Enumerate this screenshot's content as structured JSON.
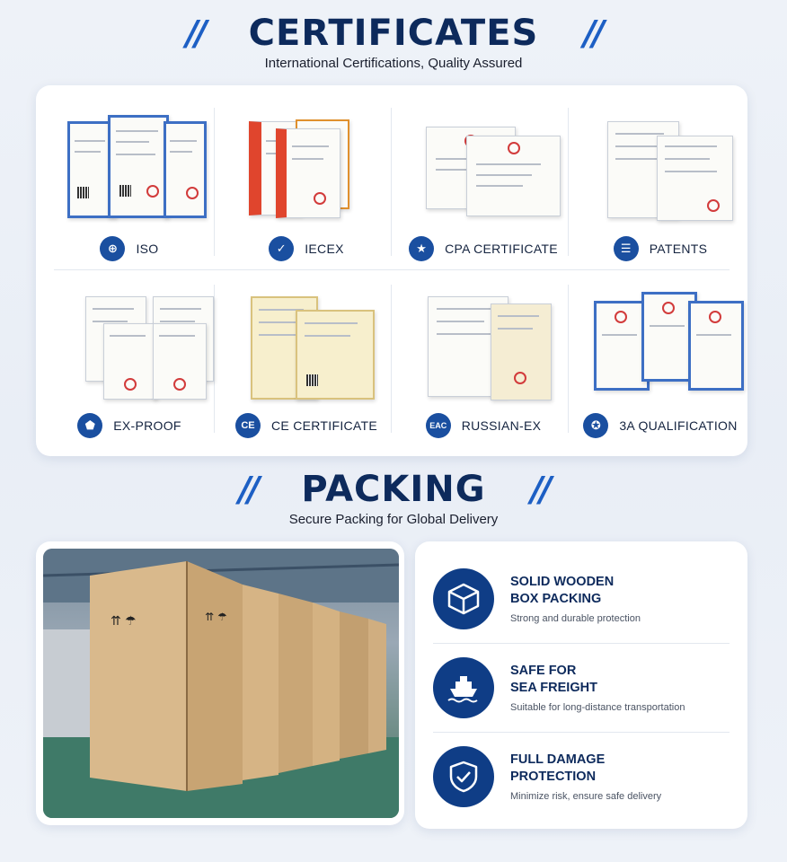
{
  "certificates": {
    "title": "CERTIFICATES",
    "slashes": "//",
    "subtitle": "International Certifications, Quality Assured",
    "items": [
      {
        "label": "ISO",
        "icon": "globe-icon"
      },
      {
        "label": "IECEX",
        "icon": "shield-check-icon"
      },
      {
        "label": "CPA CERTIFICATE",
        "icon": "star-badge-icon"
      },
      {
        "label": "PATENTS",
        "icon": "document-icon"
      },
      {
        "label": "EX-PROOF",
        "icon": "shield-icon"
      },
      {
        "label": "CE CERTIFICATE",
        "icon": "ce-mark-icon"
      },
      {
        "label": "RUSSIAN-EX",
        "icon": "eac-mark-icon"
      },
      {
        "label": "3A QUALIFICATION",
        "icon": "award-icon"
      }
    ],
    "icon_glyphs": [
      "⊕",
      "✓",
      "★",
      "☰",
      "⬟",
      "CE",
      "EAC",
      "✪"
    ]
  },
  "packing": {
    "title": "PACKING",
    "slashes": "//",
    "subtitle": "Secure Packing for Global Delivery",
    "features": [
      {
        "title": "SOLID WOODEN BOX PACKING",
        "title_line1": "SOLID WOODEN",
        "title_line2": "BOX PACKING",
        "desc": "Strong and durable protection",
        "icon": "box-icon"
      },
      {
        "title": "SAFE FOR SEA FREIGHT",
        "title_line1": "SAFE FOR",
        "title_line2": "SEA FREIGHT",
        "desc": "Suitable for long-distance transportation",
        "icon": "ship-icon"
      },
      {
        "title": "FULL DAMAGE PROTECTION",
        "title_line1": "FULL DAMAGE",
        "title_line2": "PROTECTION",
        "desc": "Minimize risk, ensure safe delivery",
        "icon": "shield-check-icon"
      }
    ]
  },
  "colors": {
    "accent": "#1d5fc4",
    "navy": "#0d2a5c",
    "icon_bg": "#1a4fa0"
  }
}
